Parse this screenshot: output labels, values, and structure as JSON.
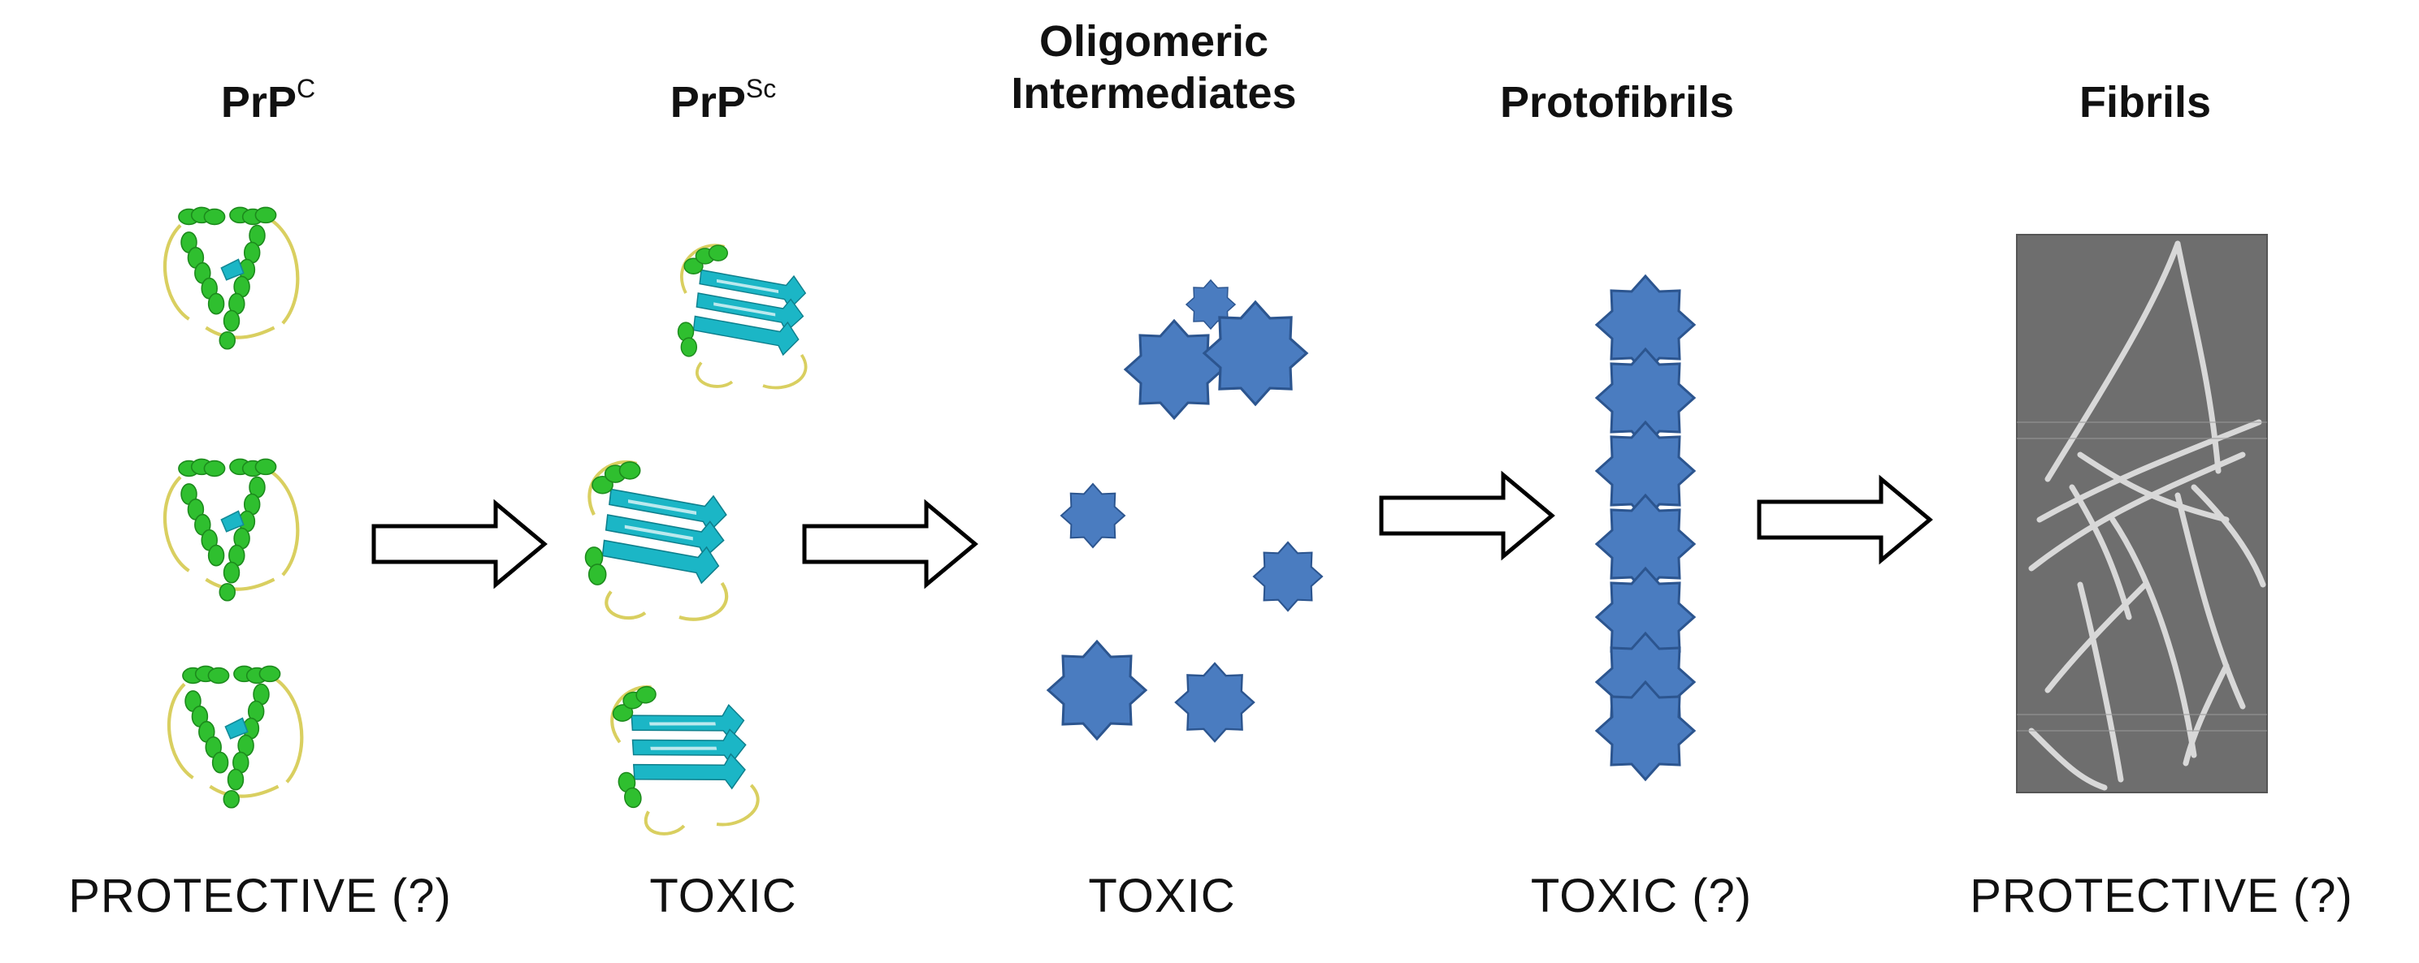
{
  "stages": [
    {
      "id": "prpc",
      "title": "PrP",
      "title_sup": "C",
      "verdict": "PROTECTIVE (?)"
    },
    {
      "id": "prpsc",
      "title": "PrP",
      "title_sup": "Sc",
      "verdict": "TOXIC"
    },
    {
      "id": "oligomeric",
      "title_line1": "Oligomeric",
      "title_line2": "Intermediates",
      "verdict": "TOXIC"
    },
    {
      "id": "protofibrils",
      "title": "Protofibrils",
      "verdict": "TOXIC (?)"
    },
    {
      "id": "fibrils",
      "title": "Fibrils",
      "verdict": "PROTECTIVE (?)"
    }
  ],
  "colors": {
    "helix": "#2fbf2f",
    "sheet": "#1bb6c6",
    "loop": "#d9cf60",
    "oligomer": "#4a7cc0",
    "oligomer_stroke": "#2c558f",
    "fibril_bg": "#6e6e6e"
  },
  "icons": [
    "prp-c-structure-icon",
    "prp-sc-structure-icon",
    "oligomer-star-icon",
    "hollow-arrow-icon",
    "fibril-micrograph"
  ]
}
